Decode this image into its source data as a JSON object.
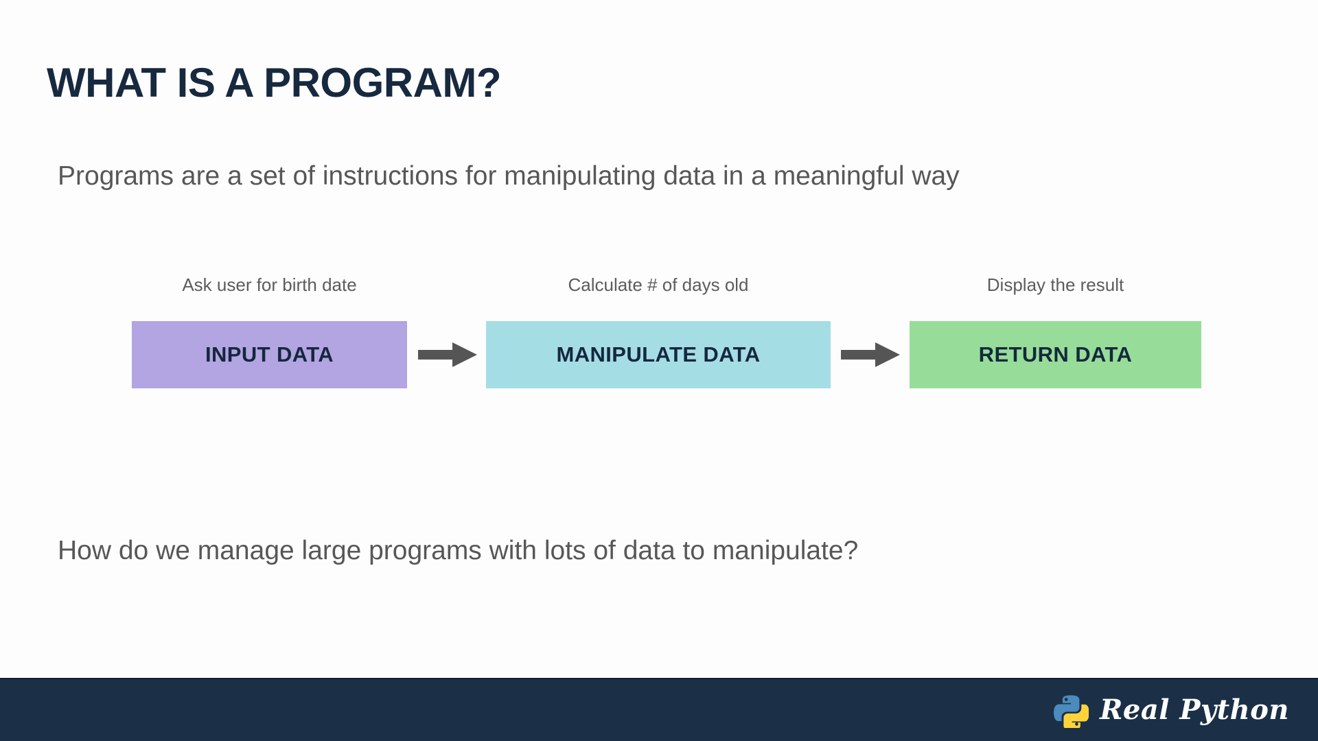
{
  "slide": {
    "title": "WHAT IS A PROGRAM?",
    "intro_text": "Programs are a set of instructions for manipulating data in a meaningful way",
    "question_text": "How do we manage large programs with lots of data to manipulate?",
    "background_color": "#fdfdfd",
    "title_color": "#17293f",
    "body_text_color": "#575757"
  },
  "diagram": {
    "type": "flow",
    "arrow_color": "#555555",
    "steps": [
      {
        "caption": "Ask user for birth date",
        "label": "INPUT DATA",
        "fill_color": "#b3a4e2",
        "text_color": "#15283d"
      },
      {
        "caption": "Calculate # of days old",
        "label": "MANIPULATE DATA",
        "fill_color": "#a5dde5",
        "text_color": "#15283d"
      },
      {
        "caption": "Display the result",
        "label": "RETURN DATA",
        "fill_color": "#97dd99",
        "text_color": "#15283d"
      }
    ]
  },
  "footer": {
    "brand_name": "Real Python",
    "bar_color": "#1b3047",
    "logo_blue": "#4b8bbe",
    "logo_yellow": "#ffd43b",
    "text_color": "#ffffff"
  }
}
